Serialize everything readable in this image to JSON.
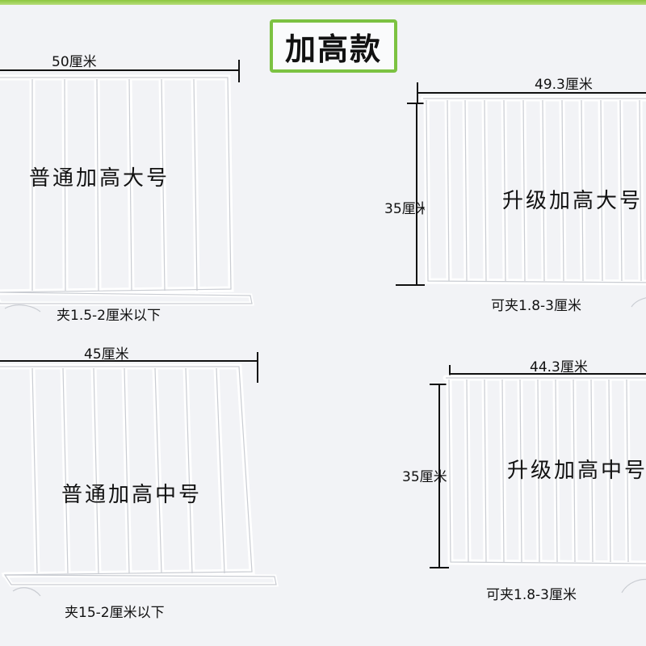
{
  "title": "加高款",
  "accent_color": "#7cc242",
  "products": [
    {
      "name": "普通加高大号",
      "width_label": "50厘米",
      "clip_label": "夹1.5-2厘米以下"
    },
    {
      "name": "升级加高大号",
      "width_label": "49.3厘米",
      "height_label": "35厘米",
      "clip_label": "可夹1.8-3厘米"
    },
    {
      "name": "普通加高中号",
      "width_label": "45厘米",
      "clip_label": "夹15-2厘米以下"
    },
    {
      "name": "升级加高中号",
      "width_label": "44.3厘米",
      "height_label": "35厘米",
      "clip_label": "可夹1.8-3厘米"
    }
  ]
}
